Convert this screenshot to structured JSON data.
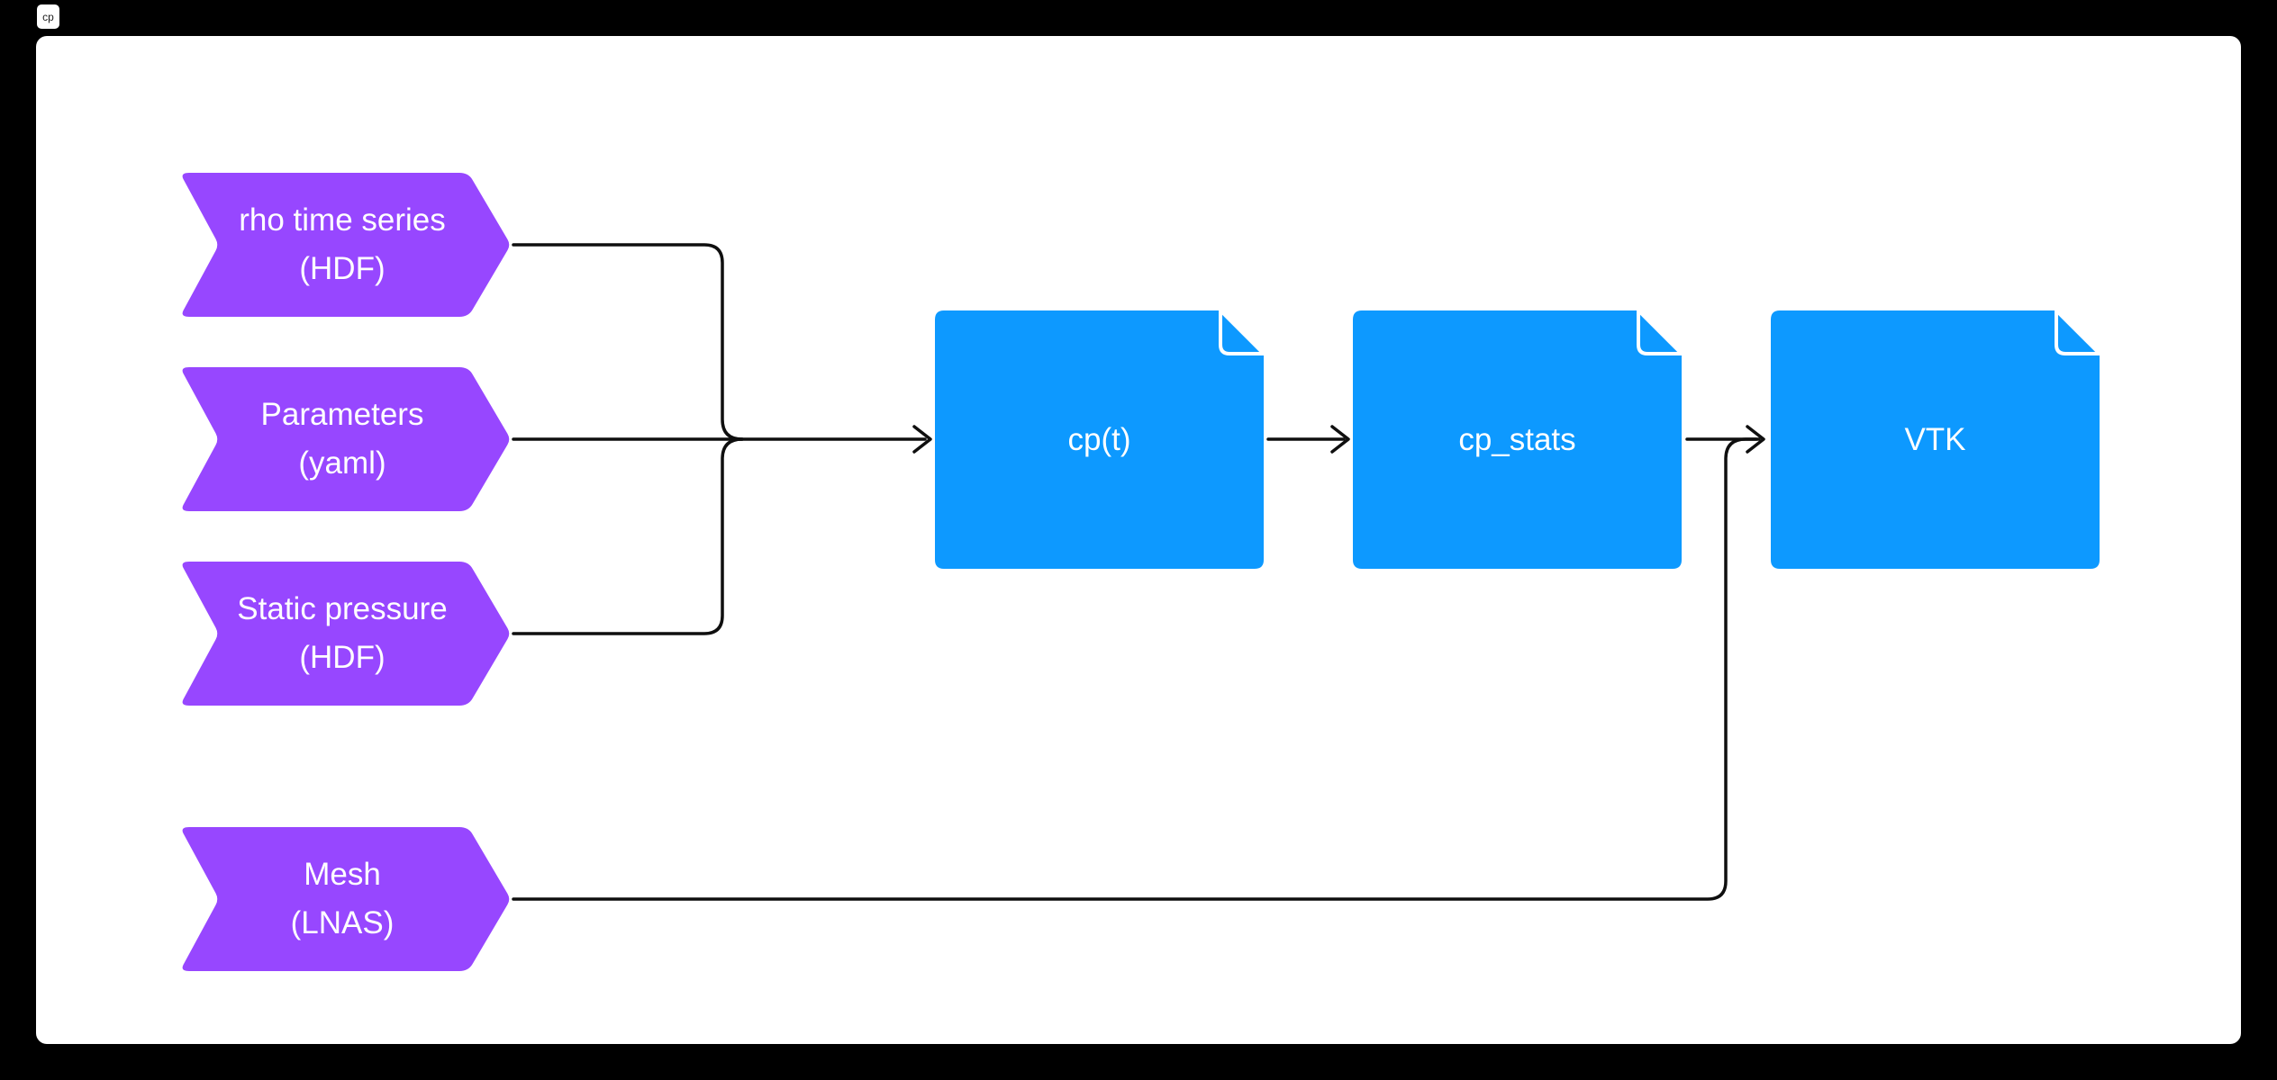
{
  "app": {
    "page_tab": "cp"
  },
  "diagram": {
    "inputs": [
      {
        "name": "rho-time-series",
        "line1": "rho time series",
        "line2": "(HDF)"
      },
      {
        "name": "parameters",
        "line1": "Parameters",
        "line2": "(yaml)"
      },
      {
        "name": "static-pressure",
        "line1": "Static pressure",
        "line2": "(HDF)"
      },
      {
        "name": "mesh",
        "line1": "Mesh",
        "line2": "(LNAS)"
      }
    ],
    "documents": [
      {
        "name": "cp-t",
        "label": "cp(t)"
      },
      {
        "name": "cp-stats",
        "label": "cp_stats"
      },
      {
        "name": "vtk",
        "label": "VTK"
      }
    ],
    "flow": "rho time series (HDF) + Parameters (yaml) + Static pressure (HDF) -> cp(t) -> cp_stats -> VTK ; Mesh (LNAS) -> VTK"
  },
  "colors": {
    "page_bg": "#000000",
    "canvas_bg": "#FFFFFF",
    "input_fill": "#9747FF",
    "document_fill": "#0D99FF",
    "connector": "#0F0F0F",
    "shape_text": "#FFFFFF",
    "tab_text": "#1E1E1E"
  }
}
